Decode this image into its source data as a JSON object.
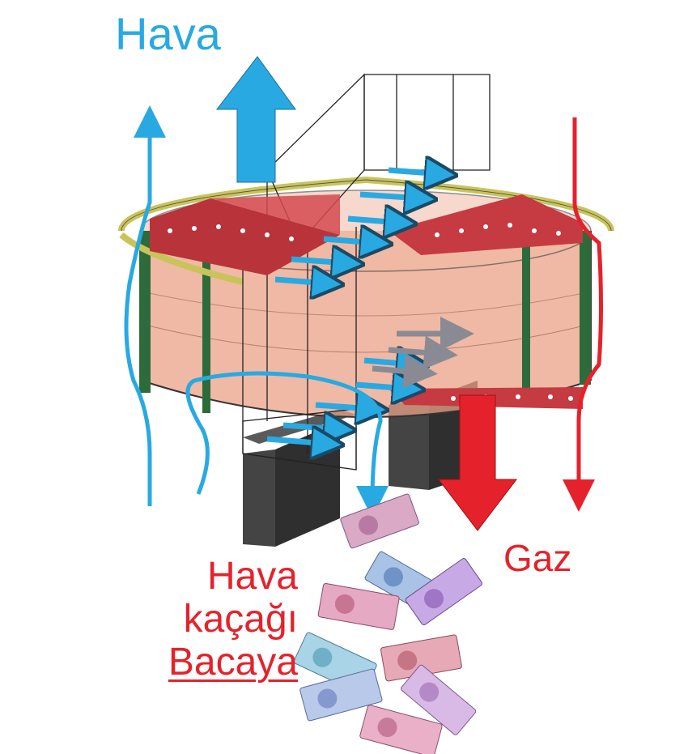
{
  "labels": {
    "air": "Hava",
    "gas": "Gaz",
    "leak_line1": "Hava",
    "leak_line2": "kaçağı",
    "leak_line3": "Bacaya"
  },
  "colors": {
    "air": "#29a9e1",
    "gas": "#e5222b",
    "leak_text": "#e5222b",
    "rotor_fill": "#e9a187",
    "sector_plate": "#b8333a",
    "seal_ring": "#c8c45a",
    "support_beam": "#3a3a3a",
    "frame_post": "#2d6b3a",
    "duct_arrow_grey": "#8a8a95"
  },
  "icons": [
    "up-arrow-icon",
    "down-arrow-icon",
    "money-bills-icon"
  ]
}
